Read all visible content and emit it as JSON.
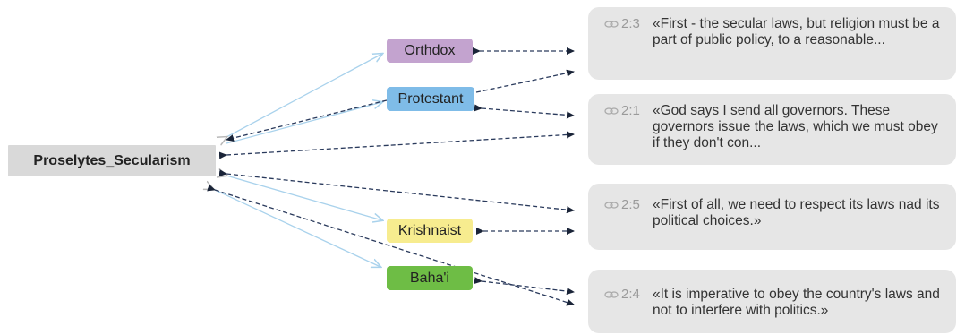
{
  "root": {
    "label": "Proselytes_Secularism"
  },
  "codes": [
    {
      "label": "Orthdox",
      "color": "#c3a3cf"
    },
    {
      "label": "Protestant",
      "color": "#7fbce8"
    },
    {
      "label": "Krishnaist",
      "color": "#f7ec8f"
    },
    {
      "label": "Baha'i",
      "color": "#6ebd45"
    }
  ],
  "quotes": [
    {
      "ref": "2:3",
      "text": "«First  - the secular laws,  but religion must be a part of public policy, to a reasonable..."
    },
    {
      "ref": "2:1",
      "text": "«God says I send all governors. These governors issue the laws, which we must  obey if they don't con..."
    },
    {
      "ref": "2:5",
      "text": "«First of all, we need to respect its laws nad its political choices.»"
    },
    {
      "ref": "2:4",
      "text": "«It is imperative to obey the country's laws and not to interfere with politics.»"
    }
  ],
  "colors": {
    "solid_link": "#a9d2ec",
    "dashed_link": "#2a3a5c",
    "root_arrow": "#b8b8b8"
  }
}
